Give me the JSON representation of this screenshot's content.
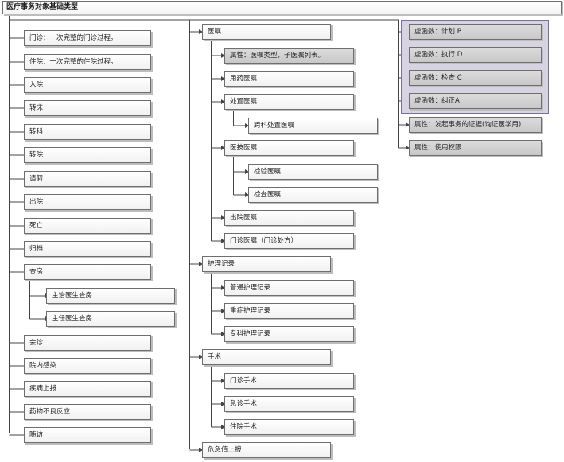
{
  "title": "医疗事务对象基础类型",
  "col1": {
    "outpatient": "门诊：一次完整的门诊过程。",
    "inpatient": "住院：一次完整的住院过程。",
    "admission": "入院",
    "bed_transfer": "转床",
    "dept_transfer": "转科",
    "hospital_transfer": "转院",
    "leave": "请假",
    "discharge": "出院",
    "death": "死亡",
    "archive": "归档",
    "ward_round": "查房",
    "attending_round": "主治医生查房",
    "chief_round": "主任医生查房",
    "consultation": "会诊",
    "nosocomial_infection": "院内感染",
    "disease_report": "疾病上报",
    "adverse_drug_reaction": "药物不良反应",
    "follow_up": "随访"
  },
  "col2": {
    "orders": "医嘱",
    "orders_attr": "属性：医嘱类型，子医嘱列表。",
    "medication_orders": "用药医嘱",
    "treatment_orders": "处置医嘱",
    "cross_dept_treatment": "跨科处置医嘱",
    "tech_orders": "医技医嘱",
    "exam_orders": "检验医嘱",
    "inspection_orders": "检查医嘱",
    "discharge_orders": "出院医嘱",
    "outpatient_orders": "门诊医嘱（门诊处方）",
    "nursing_records": "护理记录",
    "general_nursing": "普通护理记录",
    "critical_nursing": "重症护理记录",
    "specialty_nursing": "专科护理记录",
    "surgery": "手术",
    "outpatient_surgery": "门诊手术",
    "emergency_surgery": "急诊手术",
    "inpatient_surgery": "住院手术",
    "critical_value_report": "危急值上报"
  },
  "col3": {
    "virtual_plan": "虚函数：计划 P",
    "virtual_do": "虚函数：执行 D",
    "virtual_check": "虚函数：检查 C",
    "virtual_act": "虚函数：纠正A",
    "attr_evidence": "属性：发起事务的证据(询证医学用)",
    "attr_permission": "属性：使用权限"
  },
  "colors": {
    "group_fill": "#d7d3e3",
    "group_border": "#7a6f96",
    "shaded_node": "#cfcfcf",
    "line": "#444444"
  }
}
